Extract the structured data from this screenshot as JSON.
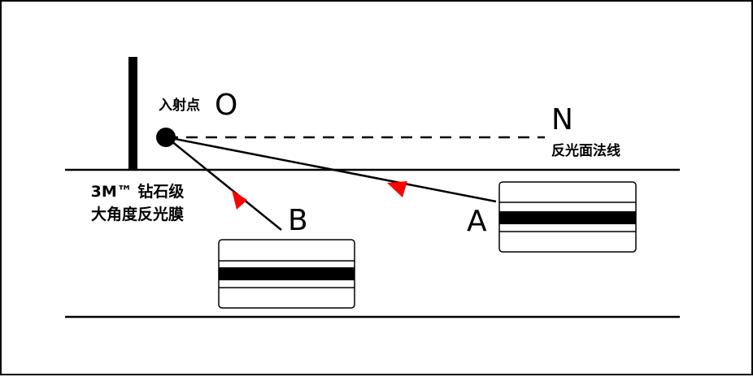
{
  "labels": {
    "incident_point": "入射点",
    "point_o": "O",
    "point_n": "N",
    "normal_line": "反光面法线",
    "film_line1": "3M™ 钻石级",
    "film_line2": "大角度反光膜",
    "point_a": "A",
    "point_b": "B"
  },
  "colors": {
    "stroke": "#000000",
    "arrow": "#ff0000",
    "background": "#ffffff"
  }
}
